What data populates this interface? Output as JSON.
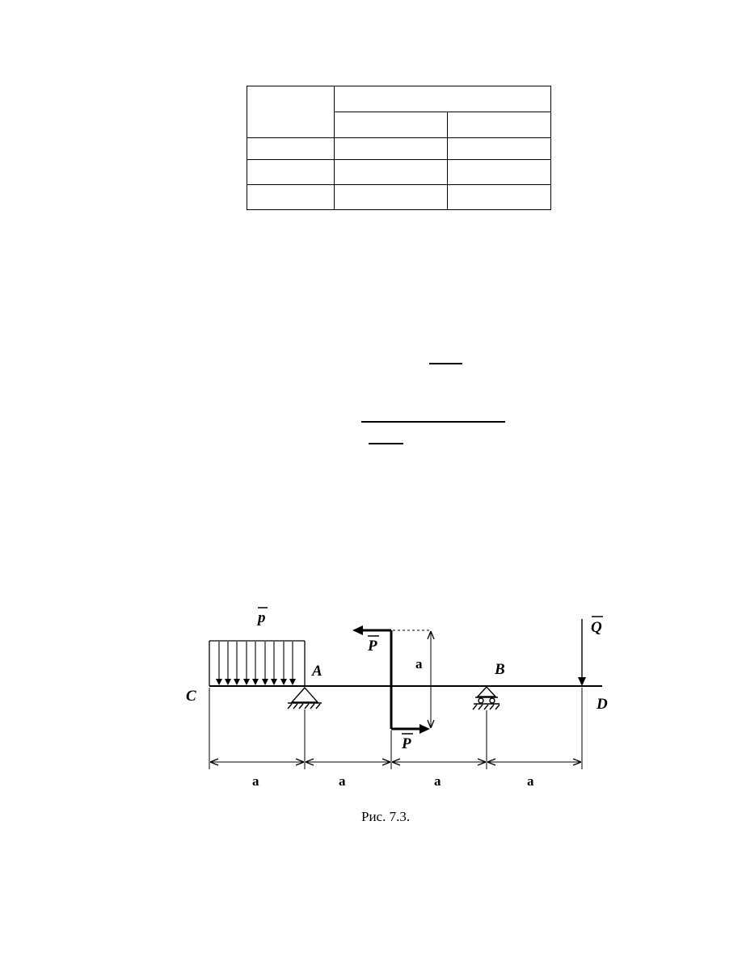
{
  "figure": {
    "labels": {
      "C": "C",
      "D": "D",
      "A": "A",
      "B": "B",
      "p": "p",
      "P_top": "P",
      "P_bottom": "P",
      "Q": "Q",
      "a_vertical": "a"
    },
    "dimensions": [
      "a",
      "a",
      "a",
      "a"
    ],
    "caption": "Рис. 7.3."
  },
  "colors": {
    "ink": "#000000",
    "background": "#ffffff"
  }
}
